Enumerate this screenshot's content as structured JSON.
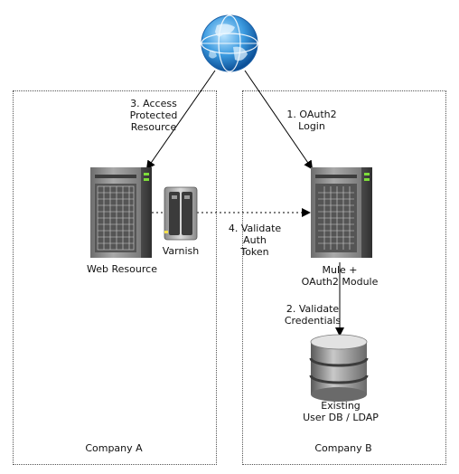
{
  "zones": {
    "company_a": "Company A",
    "company_b": "Company B"
  },
  "nodes": {
    "web_resource": "Web Resource",
    "varnish": "Varnish",
    "mule": "Mule +\nOAuth2 Module",
    "user_db": "Existing\nUser DB / LDAP"
  },
  "edges": {
    "oauth_login": "1. OAuth2\nLogin",
    "validate_credentials": "2. Validate\nCredentials",
    "access_resource": "3. Access\nProtected\nResource",
    "validate_token": "4. Validate\nAuth\nToken"
  },
  "icons": {
    "internet": "globe-icon",
    "web_server": "server-icon",
    "cache": "nas-icon",
    "auth_server": "server-icon",
    "database": "database-icon"
  }
}
